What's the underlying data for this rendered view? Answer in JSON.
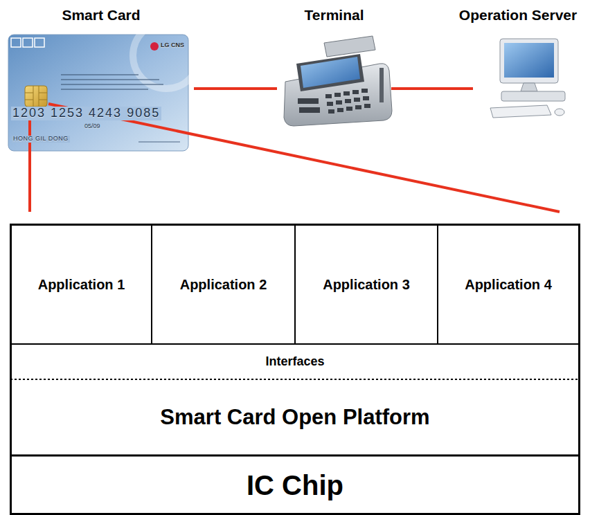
{
  "diagram": {
    "nodes": [
      {
        "text": [
          "Smart Card"
        ]
      },
      {
        "text": [
          "Terminal"
        ]
      },
      {
        "text": [
          "Operation Server"
        ]
      },
      {
        "text": [
          "Application 1"
        ]
      },
      {
        "text": [
          "Application 2"
        ]
      },
      {
        "text": [
          "Application 3"
        ]
      },
      {
        "text": [
          "Application 4"
        ]
      },
      {
        "text": [
          "Interfaces"
        ]
      },
      {
        "text": [
          "Smart Card Open Platform"
        ]
      },
      {
        "text": [
          "IC Chip"
        ]
      }
    ],
    "edges": [
      {
        "from": 0,
        "to": 1,
        "arrow": "none"
      },
      {
        "from": 1,
        "to": 2,
        "arrow": "none"
      }
    ],
    "labels": [
      "LG CNS",
      "1203 1253 4243 9085",
      "05/09",
      "HONG GIL DONG"
    ]
  }
}
